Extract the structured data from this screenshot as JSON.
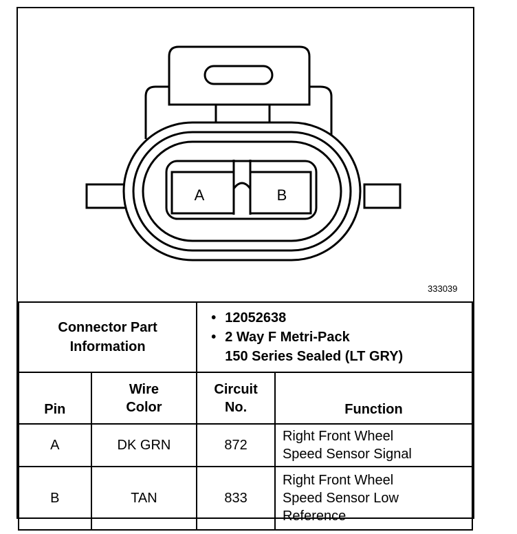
{
  "figure_id": "333039",
  "connector": {
    "pin_labels": [
      "A",
      "B"
    ]
  },
  "part_info": {
    "label_line1": "Connector Part",
    "label_line2": "Information",
    "bullets": [
      {
        "line1": "12052638",
        "line2": ""
      },
      {
        "line1": "2 Way F Metri-Pack",
        "line2": "150 Series Sealed (LT GRY)"
      }
    ]
  },
  "table": {
    "headers": {
      "pin": "Pin",
      "wire_color_1": "Wire",
      "wire_color_2": "Color",
      "circuit_1": "Circuit",
      "circuit_2": "No.",
      "function": "Function"
    },
    "rows": [
      {
        "pin": "A",
        "wire": "DK GRN",
        "circuit": "872",
        "function": [
          "Right Front Wheel",
          "Speed Sensor Signal"
        ]
      },
      {
        "pin": "B",
        "wire": "TAN",
        "circuit": "833",
        "function": [
          "Right Front Wheel",
          "Speed Sensor Low",
          "Reference"
        ]
      }
    ]
  }
}
